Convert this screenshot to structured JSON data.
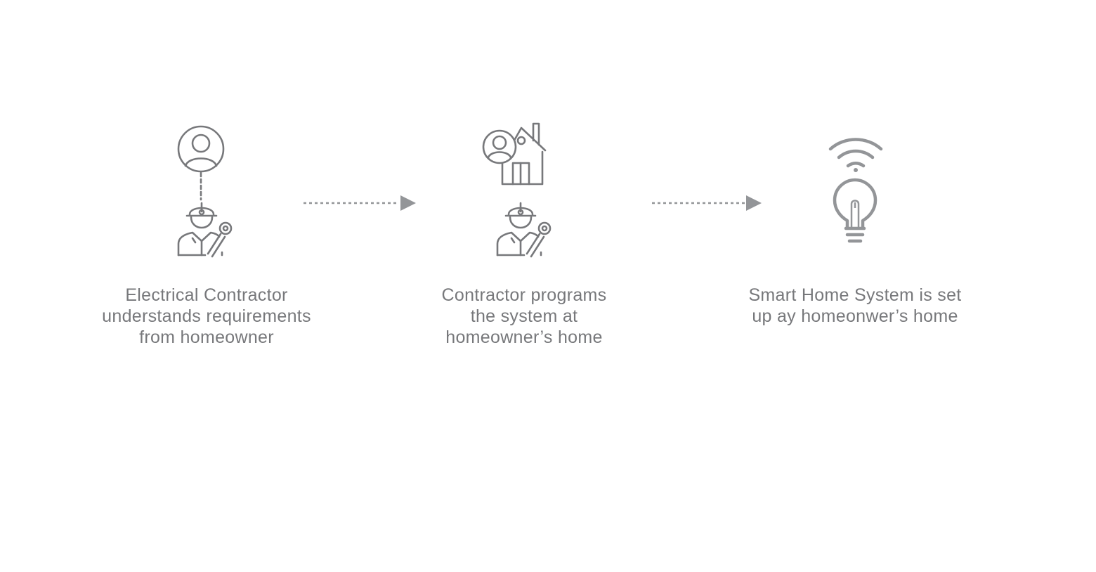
{
  "colors": {
    "icon": "#77787b",
    "text": "#77787b",
    "arrow": "#939598",
    "background": "#ffffff"
  },
  "steps": [
    {
      "icons": [
        "homeowner-icon",
        "electrician-icon"
      ],
      "lines": [
        "Electrical Contractor",
        "understands requirements",
        "from homeowner"
      ]
    },
    {
      "icons": [
        "homeowner-house-icon",
        "electrician-icon"
      ],
      "lines": [
        "Contractor programs",
        "the system at",
        "homeowner’s home"
      ]
    },
    {
      "icons": [
        "wifi-icon",
        "light-bulb-icon"
      ],
      "lines": [
        "Smart Home System is set",
        "up ay homeonwer’s home"
      ]
    }
  ],
  "connectors": [
    "dashed-arrow",
    "dashed-arrow"
  ]
}
